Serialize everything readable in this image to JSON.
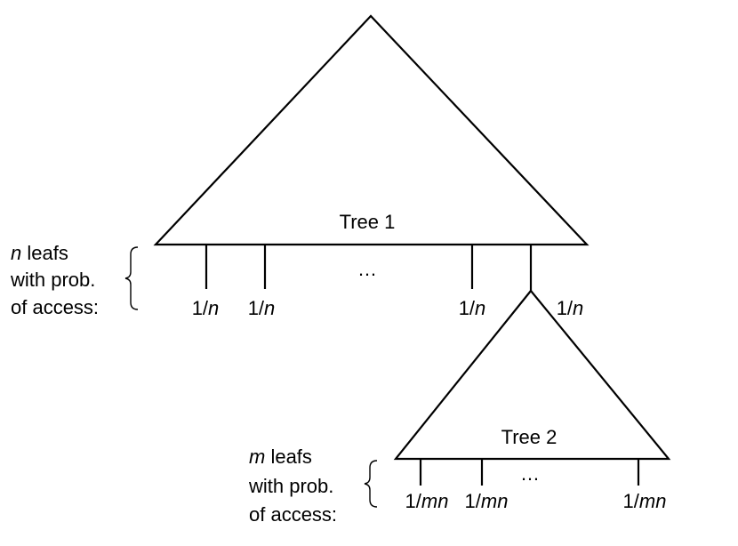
{
  "tree1": {
    "label": "Tree 1",
    "leaf_desc": {
      "var": "n",
      "line1_rest": " leafs",
      "line2": "with prob.",
      "line3": "of access:"
    },
    "leaf_prob": {
      "prefix": "1/",
      "var": "n"
    },
    "ellipsis": "…"
  },
  "tree2": {
    "label": "Tree 2",
    "leaf_desc": {
      "var": "m",
      "line1_rest": " leafs",
      "line2": "with prob.",
      "line3": "of access:"
    },
    "leaf_prob": {
      "prefix": "1/",
      "var": "mn"
    },
    "ellipsis": "…"
  }
}
